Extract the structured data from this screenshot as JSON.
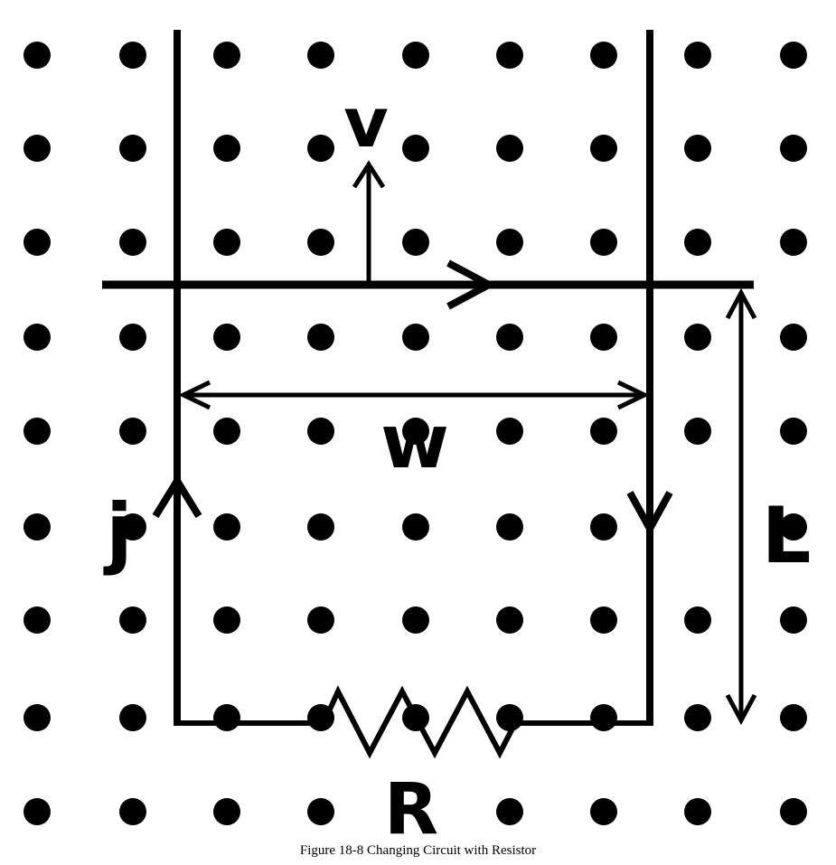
{
  "labels": {
    "velocity": "v",
    "width": "w",
    "length": "L",
    "current": "j",
    "resistor": "R"
  },
  "caption": "Figure 18-8 Changing Circuit with Resistor",
  "colors": {
    "ink": "#000000",
    "background": "#ffffff"
  }
}
